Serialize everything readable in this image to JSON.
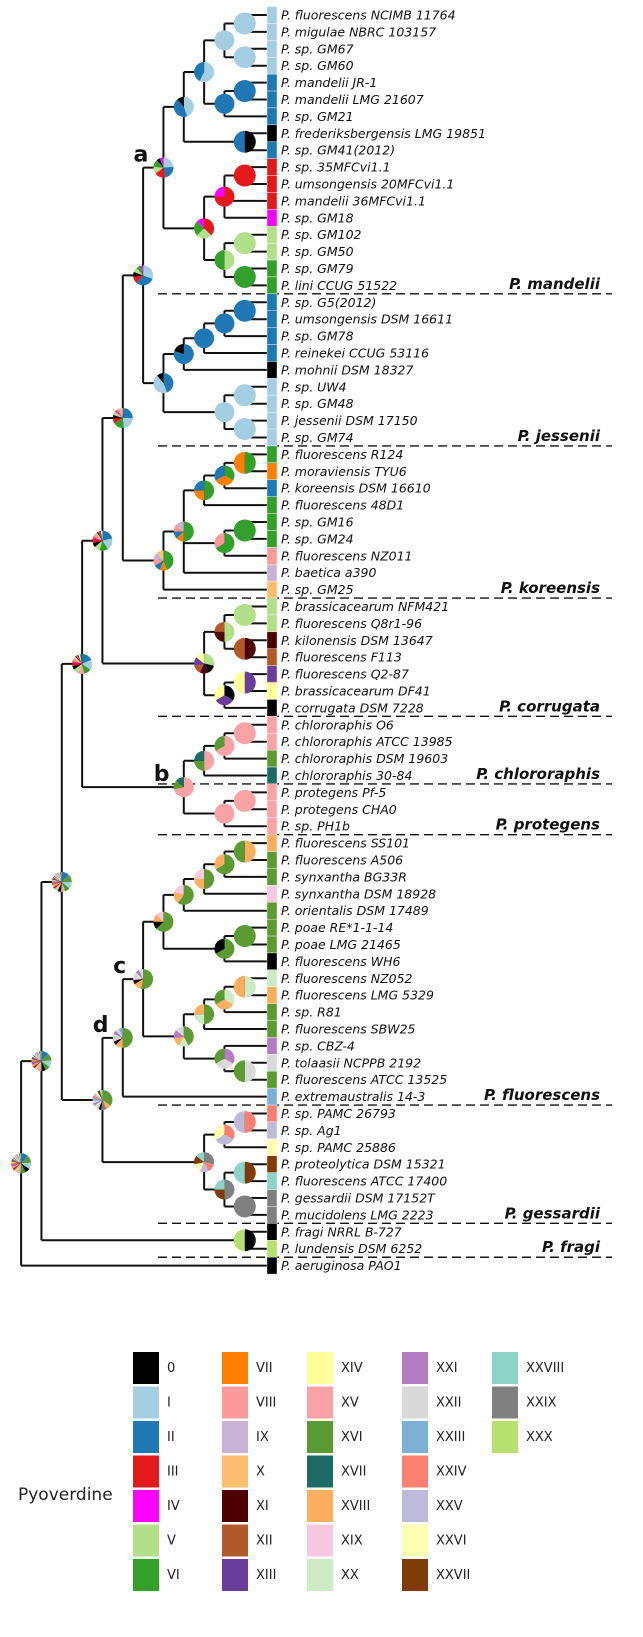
{
  "tips": [
    {
      "label": "P. fluorescens NCIMB 11764",
      "type": "I"
    },
    {
      "label": "P. migulae NBRC 103157",
      "type": "I"
    },
    {
      "label": "P. sp. GM67",
      "type": "I"
    },
    {
      "label": "P. sp. GM60",
      "type": "I"
    },
    {
      "label": "P. mandelii JR-1",
      "type": "II"
    },
    {
      "label": "P. mandelii LMG 21607",
      "type": "II"
    },
    {
      "label": "P. sp. GM21",
      "type": "II"
    },
    {
      "label": "P. frederiksbergensis LMG 19851",
      "type": "0"
    },
    {
      "label": "P. sp. GM41(2012)",
      "type": "II"
    },
    {
      "label": "P. sp. 35MFCvi1.1",
      "type": "III"
    },
    {
      "label": "P. umsongensis 20MFCvi1.1",
      "type": "III"
    },
    {
      "label": "P. mandelii 36MFCvi1.1",
      "type": "III"
    },
    {
      "label": "P. sp. GM18",
      "type": "IV"
    },
    {
      "label": "P. sp. GM102",
      "type": "V"
    },
    {
      "label": "P. sp. GM50",
      "type": "V"
    },
    {
      "label": "P. sp. GM79",
      "type": "VI"
    },
    {
      "label": "P. lini CCUG 51522",
      "type": "VI"
    },
    {
      "label": "P. sp. G5(2012)",
      "type": "II"
    },
    {
      "label": "P. umsongensis DSM 16611",
      "type": "II"
    },
    {
      "label": "P. sp. GM78",
      "type": "II"
    },
    {
      "label": "P. reinekei CCUG 53116",
      "type": "II"
    },
    {
      "label": "P. mohnii DSM 18327",
      "type": "0"
    },
    {
      "label": "P. sp. UW4",
      "type": "I"
    },
    {
      "label": "P. sp. GM48",
      "type": "I"
    },
    {
      "label": "P. jessenii DSM 17150",
      "type": "I"
    },
    {
      "label": "P. sp. GM74",
      "type": "I"
    },
    {
      "label": "P. fluorescens R124",
      "type": "VI"
    },
    {
      "label": "P. moraviensis TYU6",
      "type": "VII"
    },
    {
      "label": "P. koreensis DSM 16610",
      "type": "II"
    },
    {
      "label": "P. fluorescens 48D1",
      "type": "VI"
    },
    {
      "label": "P. sp. GM16",
      "type": "VI"
    },
    {
      "label": "P. sp. GM24",
      "type": "VI"
    },
    {
      "label": "P. fluorescens NZ011",
      "type": "VIII"
    },
    {
      "label": "P. baetica a390",
      "type": "IX"
    },
    {
      "label": "P. sp. GM25",
      "type": "X"
    },
    {
      "label": "P. brassicacearum NFM421",
      "type": "V"
    },
    {
      "label": "P. fluorescens Q8r1-96",
      "type": "V"
    },
    {
      "label": "P. kilonensis DSM 13647",
      "type": "XI"
    },
    {
      "label": "P. fluorescens F113",
      "type": "XII"
    },
    {
      "label": "P. fluorescens Q2-87",
      "type": "XIII"
    },
    {
      "label": "P. brassicacearum DF41",
      "type": "XIV"
    },
    {
      "label": "P. corrugata DSM 7228",
      "type": "0"
    },
    {
      "label": "P. chlororaphis O6",
      "type": "XV"
    },
    {
      "label": "P. chlororaphis ATCC 13985",
      "type": "XV"
    },
    {
      "label": "P. chlororaphis DSM 19603",
      "type": "XVI"
    },
    {
      "label": "P. chlororaphis 30-84",
      "type": "XVII"
    },
    {
      "label": "P. protegens Pf-5",
      "type": "XV"
    },
    {
      "label": "P. protegens CHA0",
      "type": "XV"
    },
    {
      "label": "P. sp. PH1b",
      "type": "XV"
    },
    {
      "label": "P. fluorescens SS101",
      "type": "XVIII"
    },
    {
      "label": "P. fluorescens A506",
      "type": "XVI"
    },
    {
      "label": "P. synxantha BG33R",
      "type": "XVI"
    },
    {
      "label": "P. synxantha DSM 18928",
      "type": "XIX"
    },
    {
      "label": "P. orientalis DSM 17489",
      "type": "XVI"
    },
    {
      "label": "P. poae RE*1-1-14",
      "type": "XVI"
    },
    {
      "label": "P. poae LMG 21465",
      "type": "XVI"
    },
    {
      "label": "P. fluorescens WH6",
      "type": "0"
    },
    {
      "label": "P. fluorescens NZ052",
      "type": "XX"
    },
    {
      "label": "P. fluorescens LMG 5329",
      "type": "XVIII"
    },
    {
      "label": "P. sp. R81",
      "type": "XVI"
    },
    {
      "label": "P. fluorescens SBW25",
      "type": "XVI"
    },
    {
      "label": "P. sp. CBZ-4",
      "type": "XXI"
    },
    {
      "label": "P. tolaasii NCPPB 2192",
      "type": "XXII"
    },
    {
      "label": "P. fluorescens ATCC 13525",
      "type": "XVI"
    },
    {
      "label": "P. extremaustralis 14-3",
      "type": "XXIII"
    },
    {
      "label": "P. sp. PAMC 26793",
      "type": "XXIV"
    },
    {
      "label": "P. sp. Ag1",
      "type": "XXV"
    },
    {
      "label": "P. sp. PAMC 25886",
      "type": "XXVI"
    },
    {
      "label": "P. proteolytica DSM 15321",
      "type": "XXVII"
    },
    {
      "label": "P. fluorescens ATCC 17400",
      "type": "XXVIII"
    },
    {
      "label": "P. gessardii DSM 17152T",
      "type": "XXIX"
    },
    {
      "label": "P. mucidolens LMG 2223",
      "type": "XXIX"
    },
    {
      "label": "P. fragi NRRL B-727",
      "type": "0"
    },
    {
      "label": "P. lundensis DSM 6252",
      "type": "XXX"
    },
    {
      "label": "P. aeruginosa PAO1",
      "type": "0"
    }
  ],
  "clades": [
    {
      "label": "P. mandelii",
      "first_tip": 0,
      "last_tip": 16
    },
    {
      "label": "P. jessenii",
      "first_tip": 17,
      "last_tip": 25
    },
    {
      "label": "P. koreensis",
      "first_tip": 26,
      "last_tip": 34
    },
    {
      "label": "P. corrugata",
      "first_tip": 35,
      "last_tip": 41
    },
    {
      "label": "P. chlororaphis",
      "first_tip": 42,
      "last_tip": 45
    },
    {
      "label": "P. protegens",
      "first_tip": 46,
      "last_tip": 48
    },
    {
      "label": "P. fluorescens",
      "first_tip": 49,
      "last_tip": 64
    },
    {
      "label": "P. gessardii",
      "first_tip": 65,
      "last_tip": 71
    },
    {
      "label": "P. fragi",
      "first_tip": 72,
      "last_tip": 73
    }
  ],
  "node_labels": [
    "a",
    "b",
    "c",
    "d"
  ],
  "legend": {
    "title": "Pyoverdine",
    "items": [
      {
        "label": "0",
        "color": "#000000"
      },
      {
        "label": "I",
        "color": "#a6cee3"
      },
      {
        "label": "II",
        "color": "#1f78b4"
      },
      {
        "label": "III",
        "color": "#e31a1c"
      },
      {
        "label": "IV",
        "color": "#ff00ff"
      },
      {
        "label": "V",
        "color": "#b2df8a"
      },
      {
        "label": "VI",
        "color": "#33a02c"
      },
      {
        "label": "VII",
        "color": "#ff7f00"
      },
      {
        "label": "VIII",
        "color": "#fb9a99"
      },
      {
        "label": "IX",
        "color": "#cab2d6"
      },
      {
        "label": "X",
        "color": "#fdbf6f"
      },
      {
        "label": "XI",
        "color": "#4d0000"
      },
      {
        "label": "XII",
        "color": "#b15928"
      },
      {
        "label": "XIII",
        "color": "#6a3d9a"
      },
      {
        "label": "XIV",
        "color": "#ffff99"
      },
      {
        "label": "XV",
        "color": "#f9a3a6"
      },
      {
        "label": "XVI",
        "color": "#5c9a34"
      },
      {
        "label": "XVII",
        "color": "#1e6b65"
      },
      {
        "label": "XVIII",
        "color": "#fdae61"
      },
      {
        "label": "XIX",
        "color": "#f8c8e0"
      },
      {
        "label": "XX",
        "color": "#ccebc5"
      },
      {
        "label": "XXI",
        "color": "#b47cc0"
      },
      {
        "label": "XXII",
        "color": "#d9d9d9"
      },
      {
        "label": "XXIII",
        "color": "#7eb0d3"
      },
      {
        "label": "XXIV",
        "color": "#fb8072"
      },
      {
        "label": "XXV",
        "color": "#bebada"
      },
      {
        "label": "XXVI",
        "color": "#ffffb3"
      },
      {
        "label": "XXVII",
        "color": "#7f3b08"
      },
      {
        "label": "XXVIII",
        "color": "#8dd3c7"
      },
      {
        "label": "XXIX",
        "color": "#808080"
      },
      {
        "label": "XXX",
        "color": "#b8e070"
      }
    ]
  }
}
